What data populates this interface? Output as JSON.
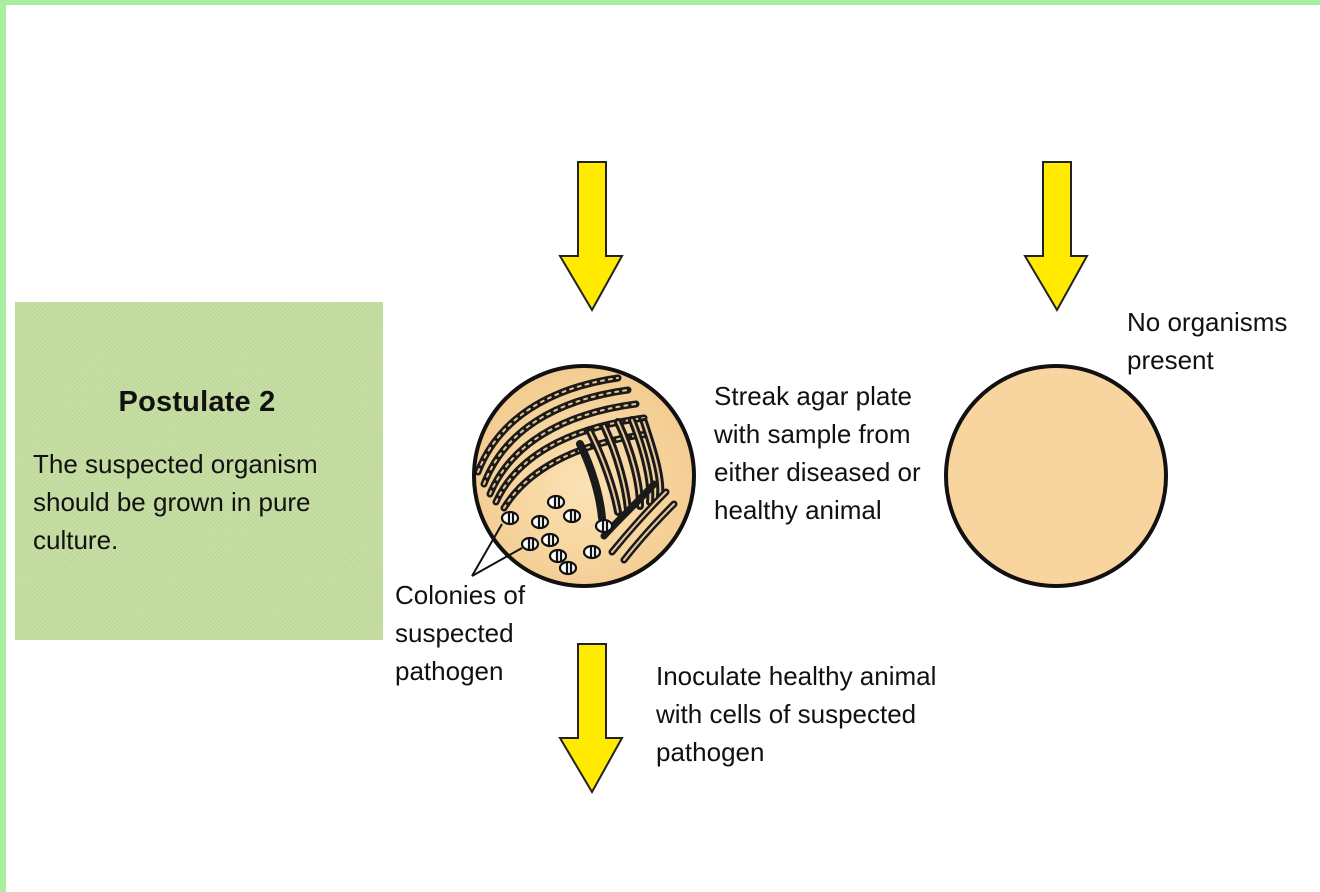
{
  "postulate": {
    "title": "Postulate 2",
    "body": "The suspected organism should be grown in pure culture."
  },
  "labels": {
    "streak": "Streak agar plate with sample from either diseased or healthy animal",
    "no_organisms": "No organisms present",
    "colonies": "Colonies of suspected pathogen",
    "inoculate": "Inoculate healthy animal with cells of suspected pathogen"
  },
  "colors": {
    "frame": "#a8f0a0",
    "postulate_box": "#c3dc9f",
    "arrow": "#ffea00",
    "agar": "#f8d59e"
  }
}
